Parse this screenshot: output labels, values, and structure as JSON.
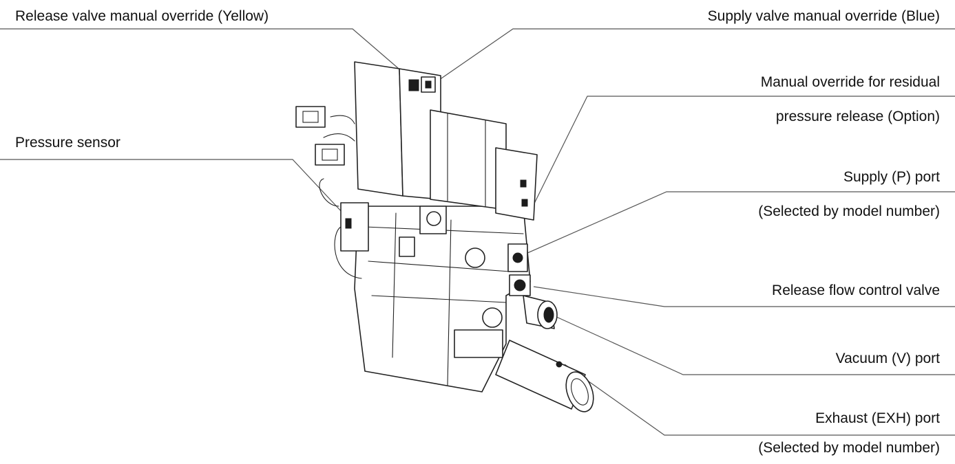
{
  "labels": {
    "release_valve_override": "Release valve manual override (Yellow)",
    "supply_valve_override": "Supply  valve  manual  override  (Blue)",
    "residual_override_line1": "Manual  override  for  residual",
    "residual_override_line2": "pressure release (Option)",
    "pressure_sensor": "Pressure sensor",
    "supply_port_line1": "Supply (P) port",
    "supply_port_line2": "(Selected by model number)",
    "release_flow_valve": "Release flow control valve",
    "vacuum_port": "Vacuum (V) port",
    "exhaust_port_line1": "Exhaust (EXH) port",
    "exhaust_port_line2": "(Selected by model number)"
  },
  "colors": {
    "line": "#222222",
    "leader": "#555555",
    "text": "#111111"
  }
}
